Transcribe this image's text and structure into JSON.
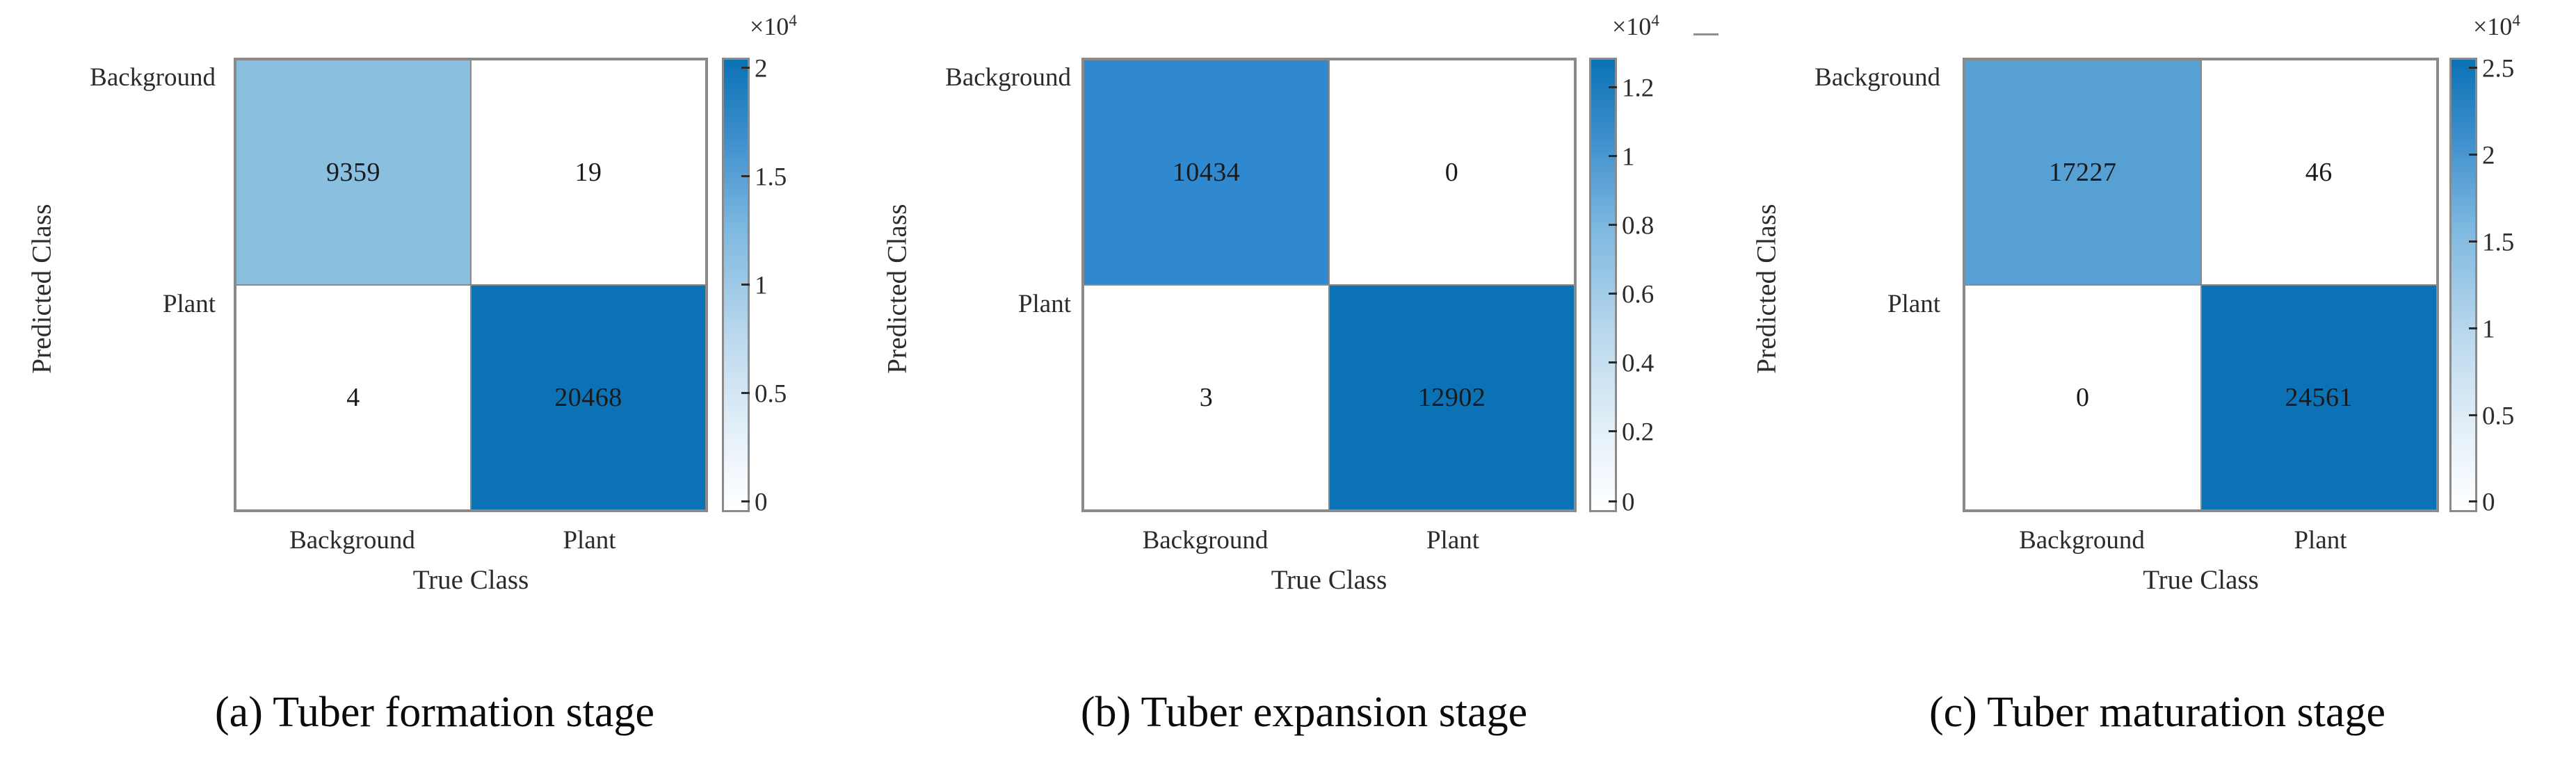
{
  "figure": {
    "background_color": "#ffffff",
    "panel_count": 3
  },
  "chart_data": [
    {
      "type": "heatmap",
      "subtype": "confusion-matrix",
      "panel_id": "a",
      "caption": "(a) Tuber formation stage",
      "xlabel": "True Class",
      "ylabel": "Predicted Class",
      "x_categories": [
        "Background",
        "Plant"
      ],
      "y_categories": [
        "Background",
        "Plant"
      ],
      "matrix": [
        [
          9359,
          19
        ],
        [
          4,
          20468
        ]
      ],
      "cells": [
        {
          "row": "Background",
          "col": "Background",
          "value": "9359",
          "color": "#8bbfe0"
        },
        {
          "row": "Background",
          "col": "Plant",
          "value": "19",
          "color": "#ffffff"
        },
        {
          "row": "Plant",
          "col": "Background",
          "value": "4",
          "color": "#ffffff"
        },
        {
          "row": "Plant",
          "col": "Plant",
          "value": "20468",
          "color": "#0b72b5"
        }
      ],
      "colorbar": {
        "exponent_label": "×10",
        "exponent_sup": "4",
        "ticks": [
          "2",
          "1.5",
          "1",
          "0.5",
          "0"
        ],
        "tick_values": [
          2,
          1.5,
          1,
          0.5,
          0
        ],
        "clim": [
          0,
          21000
        ],
        "gradient_low": "#ffffff",
        "gradient_high": "#0b72b5",
        "extra_dash": false
      }
    },
    {
      "type": "heatmap",
      "subtype": "confusion-matrix",
      "panel_id": "b",
      "caption": "(b) Tuber expansion stage",
      "xlabel": "True Class",
      "ylabel": "Predicted Class",
      "x_categories": [
        "Background",
        "Plant"
      ],
      "y_categories": [
        "Background",
        "Plant"
      ],
      "matrix": [
        [
          10434,
          0
        ],
        [
          3,
          12902
        ]
      ],
      "cells": [
        {
          "row": "Background",
          "col": "Background",
          "value": "10434",
          "color": "#3089ce"
        },
        {
          "row": "Background",
          "col": "Plant",
          "value": "0",
          "color": "#ffffff"
        },
        {
          "row": "Plant",
          "col": "Background",
          "value": "3",
          "color": "#ffffff"
        },
        {
          "row": "Plant",
          "col": "Plant",
          "value": "12902",
          "color": "#0b72b5"
        }
      ],
      "colorbar": {
        "exponent_label": "×10",
        "exponent_sup": "4",
        "ticks": [
          "1.2",
          "1",
          "0.8",
          "0.6",
          "0.4",
          "0.2",
          "0"
        ],
        "tick_values": [
          1.2,
          1,
          0.8,
          0.6,
          0.4,
          0.2,
          0
        ],
        "clim": [
          0,
          13200
        ],
        "gradient_low": "#ffffff",
        "gradient_high": "#0b72b5",
        "extra_dash": true
      }
    },
    {
      "type": "heatmap",
      "subtype": "confusion-matrix",
      "panel_id": "c",
      "caption": "(c) Tuber maturation stage",
      "xlabel": "True Class",
      "ylabel": "Predicted Class",
      "x_categories": [
        "Background",
        "Plant"
      ],
      "y_categories": [
        "Background",
        "Plant"
      ],
      "matrix": [
        [
          17227,
          46
        ],
        [
          0,
          24561
        ]
      ],
      "cells": [
        {
          "row": "Background",
          "col": "Background",
          "value": "17227",
          "color": "#57a0d3"
        },
        {
          "row": "Background",
          "col": "Plant",
          "value": "46",
          "color": "#ffffff"
        },
        {
          "row": "Plant",
          "col": "Background",
          "value": "0",
          "color": "#ffffff"
        },
        {
          "row": "Plant",
          "col": "Plant",
          "value": "24561",
          "color": "#0b72b5"
        }
      ],
      "colorbar": {
        "exponent_label": "×10",
        "exponent_sup": "4",
        "ticks": [
          "2.5",
          "2",
          "1.5",
          "1",
          "0.5",
          "0"
        ],
        "tick_values": [
          2.5,
          2,
          1.5,
          1,
          0.5,
          0
        ],
        "clim": [
          0,
          25200
        ],
        "gradient_low": "#ffffff",
        "gradient_high": "#0b72b5",
        "extra_dash": false
      }
    }
  ]
}
